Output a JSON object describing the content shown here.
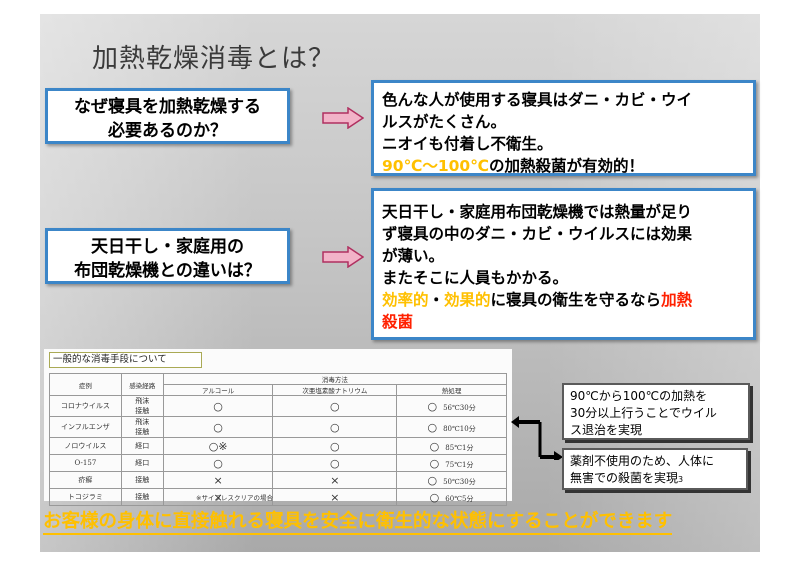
{
  "title": "加熱乾燥消毒とは？",
  "question1": {
    "line1": "なぜ寝具を加熱乾燥する",
    "line2": "必要あるのか？"
  },
  "answer1": {
    "line1": "色んな人が使用する寝具はダニ・カビ・ウイ",
    "line2": "ルスがたくさん。",
    "line3": "ニオイも付着し不衛生。",
    "line4_highlight": "90℃～100℃",
    "line4_rest": "の加熱殺菌が有効的！"
  },
  "question2": {
    "line1": "天日干し・家庭用の",
    "line2": "布団乾燥機との違いは？"
  },
  "answer2": {
    "line1": "天日干し・家庭用布団乾燥機では熱量が足り",
    "line2": "ず寝具の中のダニ・カビ・ウイルスには効果",
    "line3": "が薄い。",
    "line4": "またそこに人員もかかる。",
    "line5_y1": "効率的",
    "line5_sep": "・",
    "line5_y2": "効果的",
    "line5_mid": "に寝具の衛生を守るなら",
    "line5_red": "加熱",
    "line6_red": "殺菌"
  },
  "table": {
    "caption": "一般的な消毒手段について",
    "group_header": "消毒方法",
    "headers": [
      "症例",
      "感染経路",
      "アルコール",
      "次亜塩素酸ナトリウム",
      "熱処理"
    ],
    "rows": [
      {
        "name": "コロナウイルス",
        "route": "飛沫\n接触",
        "alcohol": "○",
        "hypo": "○",
        "heat_mark": "○",
        "heat_val": "56℃30分"
      },
      {
        "name": "インフルエンザ",
        "route": "飛沫\n接触",
        "alcohol": "○",
        "hypo": "○",
        "heat_mark": "○",
        "heat_val": "80℃10分"
      },
      {
        "name": "ノロウイルス",
        "route": "経口",
        "alcohol": "○※",
        "hypo": "○",
        "heat_mark": "○",
        "heat_val": "85℃1分"
      },
      {
        "name": "O-157",
        "route": "経口",
        "alcohol": "○",
        "hypo": "○",
        "heat_mark": "○",
        "heat_val": "75℃1分"
      },
      {
        "name": "疥癬",
        "route": "接触",
        "alcohol": "×",
        "hypo": "×",
        "heat_mark": "○",
        "heat_val": "50℃30分"
      },
      {
        "name": "トコジラミ",
        "route": "接触",
        "alcohol": "×",
        "hypo": "×",
        "heat_mark": "○",
        "heat_val": "60℃5分"
      }
    ],
    "footnote": "※サイプレスクリアの場合"
  },
  "side1": {
    "line1": "90℃から100℃の加熱を",
    "line2": "30分以上行うことでウイル",
    "line3": "ス退治を実現"
  },
  "side2": {
    "line1": "薬剤不使用のため、人体に",
    "line2": "無害での殺菌を実現",
    "superscript": "3"
  },
  "bottom": "お客様の身体に直接触れる寝具を安全に衛生的な状態にすることができます",
  "colors": {
    "accent_yellow": "#ffc000",
    "accent_red": "#ff2000",
    "box_border": "#3c86c8",
    "arrow_fill": "#f2b3c8",
    "arrow_stroke": "#b03060"
  }
}
